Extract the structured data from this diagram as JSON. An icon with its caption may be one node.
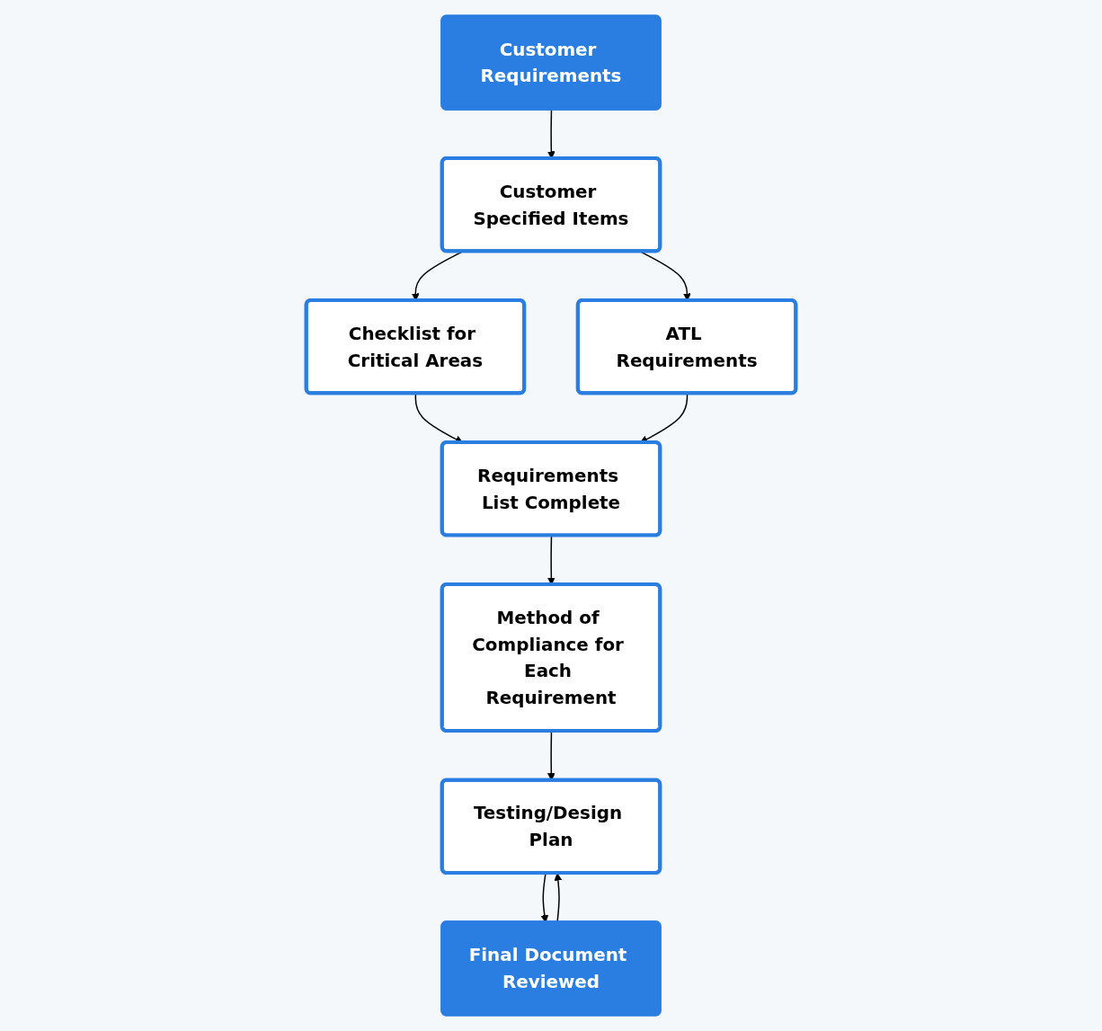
{
  "diagram": {
    "nodes": [
      {
        "text": [
          "Customer Requirements"
        ]
      },
      {
        "text": [
          "Customer Specified Items"
        ]
      },
      {
        "text": [
          "Checklist for Critical Areas"
        ]
      },
      {
        "text": [
          "ATL Requirements"
        ]
      },
      {
        "text": [
          "Requirements List Complete"
        ]
      },
      {
        "text": [
          "Method of Compliance for Each Requirement"
        ]
      },
      {
        "text": [
          "Testing/Design Plan"
        ]
      },
      {
        "text": [
          "Final Document Reviewed"
        ]
      }
    ],
    "edges": [
      {
        "from": 0,
        "to": 1,
        "arrow": "to"
      },
      {
        "from": 1,
        "to": 2,
        "arrow": "to"
      },
      {
        "from": 1,
        "to": 3,
        "arrow": "to"
      },
      {
        "from": 2,
        "to": 4,
        "arrow": "to"
      },
      {
        "from": 3,
        "to": 4,
        "arrow": "to"
      },
      {
        "from": 4,
        "to": 5,
        "arrow": "to"
      },
      {
        "from": 5,
        "to": 6,
        "arrow": "to"
      },
      {
        "from": 6,
        "to": 7,
        "arrow": "to"
      },
      {
        "from": 7,
        "to": 6,
        "arrow": "to"
      }
    ]
  }
}
